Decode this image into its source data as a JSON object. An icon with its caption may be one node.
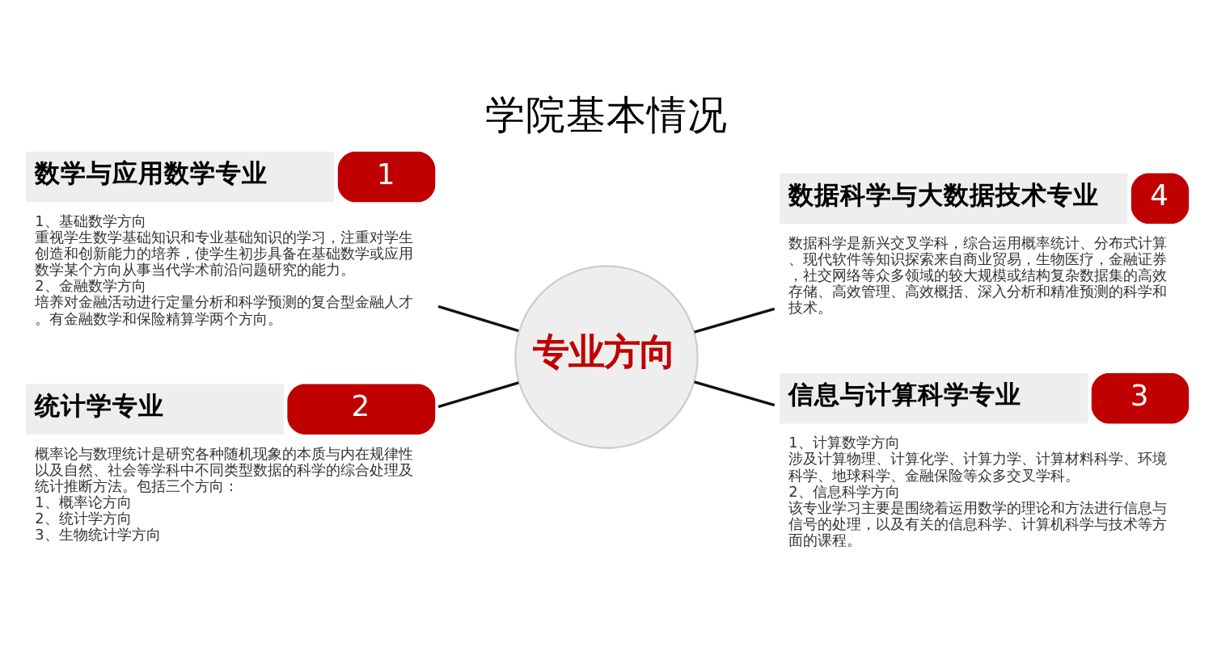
{
  "diagram": {
    "title": "学院基本情况",
    "nodes": [
      {
        "text": [
          "专业方向"
        ]
      },
      {
        "text": [
          "数学与应用数学专业",
          "1"
        ],
        "beside": [
          "1、基础数学方向",
          "重视学生数学基础知识和专业基础知识的学习，注重对学生创造和创新能力的培养，使学生初步具备在基础数学或应用数学某个方向从事当代学术前沿问题研究的能力。",
          "2、金融数学方向",
          "培养对金融活动进行定量分析和科学预测的复合型金融人才。有金融数学和保险精算学两个方向。"
        ]
      },
      {
        "text": [
          "统计学专业",
          "2"
        ],
        "beside": [
          "概率论与数理统计是研究各种随机现象的本质与内在规律性以及自然、社会等学科中不同类型数据的科学的综合处理及统计推断方法。包括三个方向：",
          "1、概率论方向",
          "2、统计学方向",
          "3、生物统计学方向"
        ]
      },
      {
        "text": [
          "信息与计算科学专业",
          "3"
        ],
        "beside": [
          "1、计算数学方向",
          "涉及计算物理、计算化学、计算力学、计算材料科学、环境科学、地球科学、金融保险等众多交叉学科。",
          "2、信息科学方向",
          "该专业学习主要是围绕着运用数学的理论和方法进行信息与信号的处理，以及有关的信息科学、计算机科学与技术等方面的课程。"
        ]
      },
      {
        "text": [
          "数据科学与大数据技术专业",
          "4"
        ],
        "beside": [
          "数据科学是新兴交叉学科，综合运用概率统计、分布式计算、现代软件等知识探索来自商业贸易，生物医疗，金融证券，社交网络等众多领域的较大规模或结构复杂数据集的高效存储、高效管理、高效概括、深入分析和精准预测的科学和技术。"
        ]
      }
    ],
    "edges": [
      {
        "from": 1,
        "to": 0,
        "arrow": "none"
      },
      {
        "from": 2,
        "to": 0,
        "arrow": "none"
      },
      {
        "from": 0,
        "to": 3,
        "arrow": "none"
      },
      {
        "from": 0,
        "to": 4,
        "arrow": "none"
      }
    ]
  }
}
